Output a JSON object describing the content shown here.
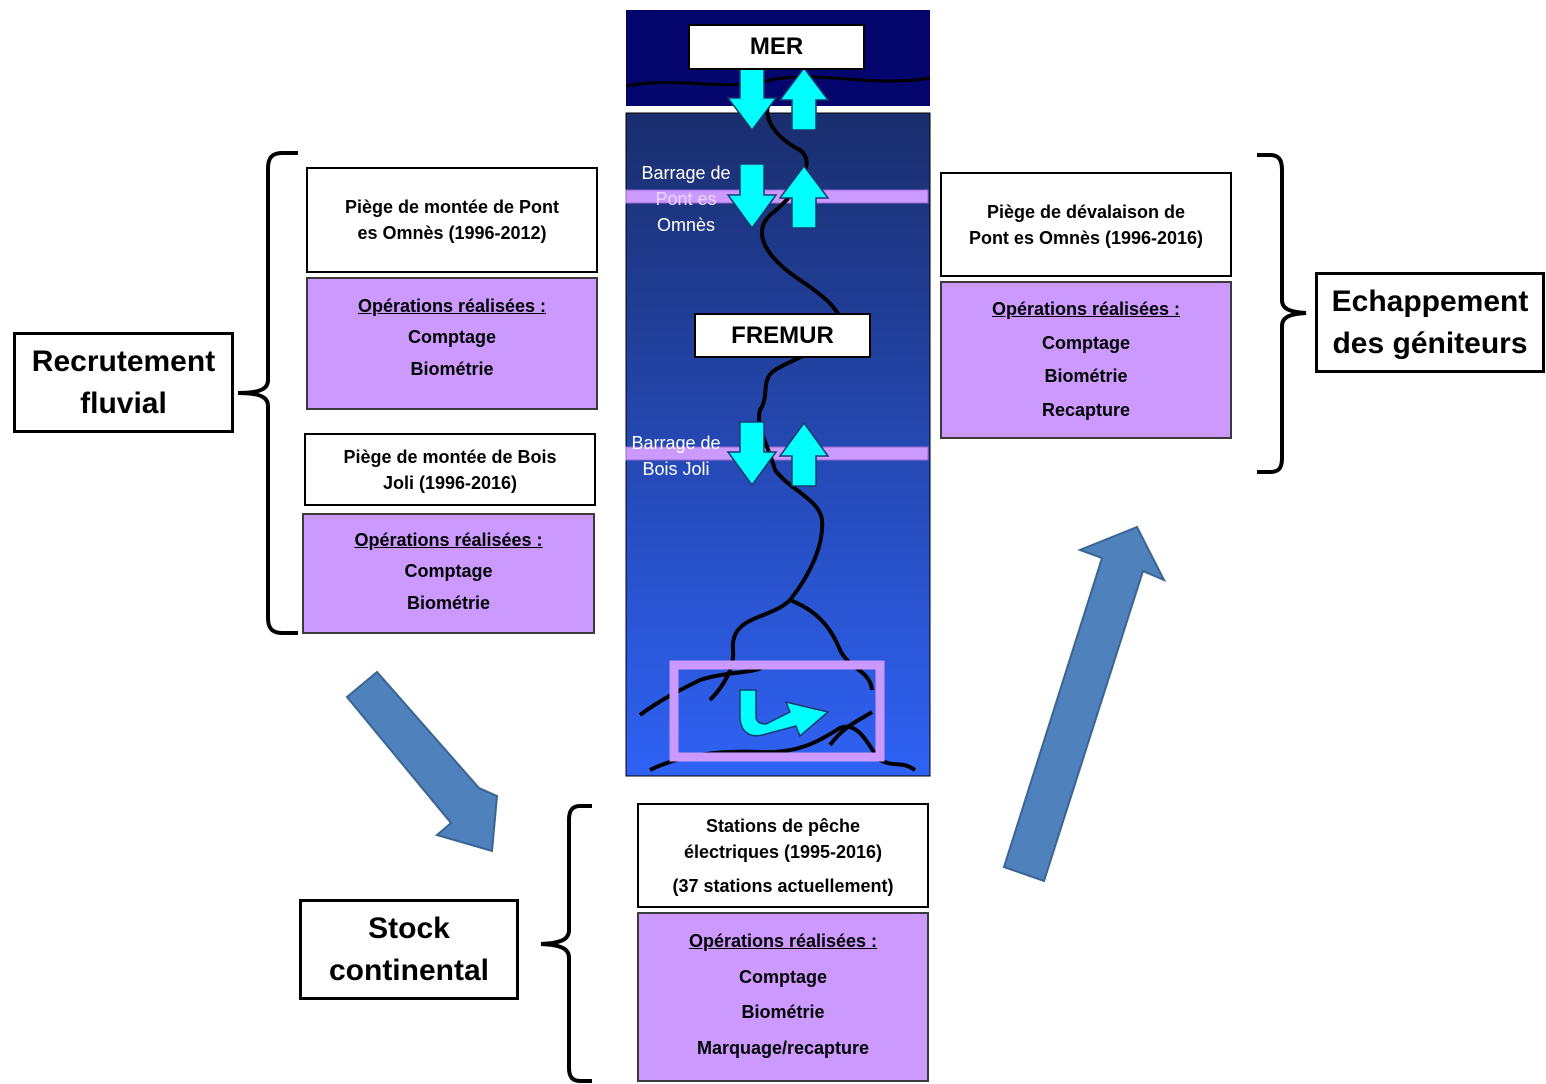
{
  "river": {
    "sea_label": "MER",
    "river_label": "FREMUR",
    "dam1_label": [
      "Barrage de",
      "Pont es",
      "Omnès"
    ],
    "dam2_label": [
      "Barrage de",
      "Bois Joli"
    ]
  },
  "left_group": {
    "title": [
      "Recrutement",
      "fluvial"
    ],
    "trap1": {
      "title": [
        "Piège de montée de Pont",
        "es Omnès (1996-2012)"
      ],
      "ops_header": "Opérations réalisées :",
      "ops": [
        "Comptage",
        "Biométrie"
      ]
    },
    "trap2": {
      "title": [
        "Piège de montée de Bois",
        "Joli (1996-2016)"
      ],
      "ops_header": "Opérations réalisées :",
      "ops": [
        "Comptage",
        "Biométrie"
      ]
    }
  },
  "right_group": {
    "title": [
      "Echappement",
      "des géniteurs"
    ],
    "trap": {
      "title": [
        "Piège de dévalaison de",
        "Pont es Omnès (1996-2016)"
      ],
      "ops_header": "Opérations réalisées :",
      "ops": [
        "Comptage",
        "Biométrie",
        "Recapture"
      ]
    }
  },
  "bottom_group": {
    "title": [
      "Stock",
      "continental"
    ],
    "stations": {
      "title": [
        "Stations de pêche",
        "électriques (1995-2016)",
        "(37 stations actuellement)"
      ],
      "ops_header": "Opérations réalisées :",
      "ops": [
        "Comptage",
        "Biométrie",
        "Marquage/recapture"
      ]
    }
  },
  "colors": {
    "sea": "#05056e",
    "river_top": "#1a2e6e",
    "river_bottom": "#2f62f5",
    "ops_fill": "#cc99ff",
    "dam": "#cc99ff",
    "flow_arrow": "#00ffff",
    "big_arrow": "#4f81bd"
  }
}
